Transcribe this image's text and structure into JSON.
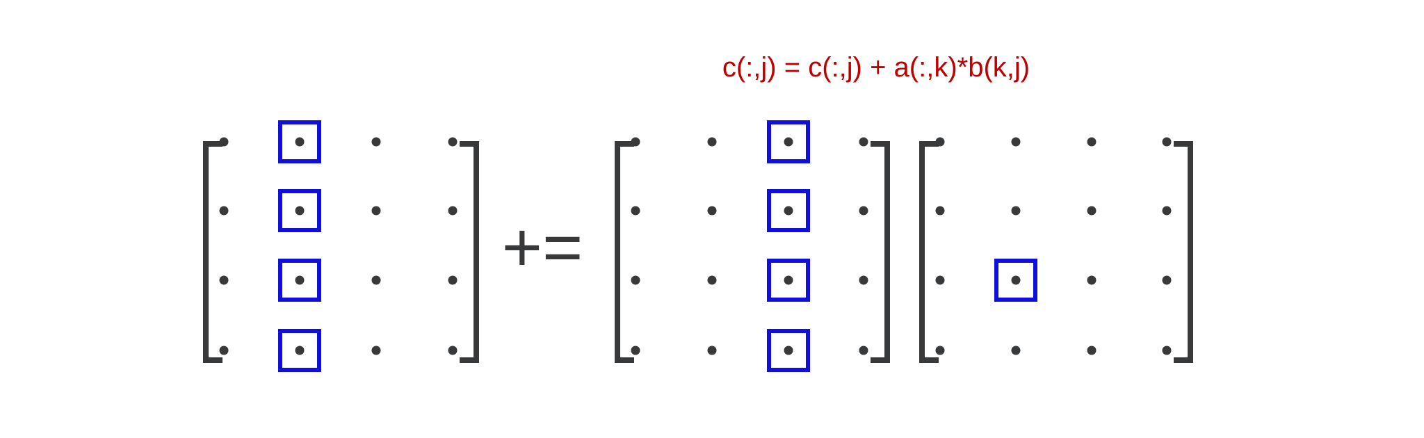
{
  "formula": "c(:,j) = c(:,j) + a(:,k)*b(k,j)",
  "operator": "+=",
  "colors": {
    "ink": "#38393b",
    "highlight": "#1010dd",
    "formula": "#c00000",
    "background": "#ffffff"
  },
  "matrices": [
    {
      "name": "c",
      "rows": 4,
      "cols": 4,
      "highlight": [
        [
          0,
          1
        ],
        [
          1,
          1
        ],
        [
          2,
          1
        ],
        [
          3,
          1
        ]
      ]
    },
    {
      "name": "a",
      "rows": 4,
      "cols": 4,
      "highlight": [
        [
          0,
          2
        ],
        [
          1,
          2
        ],
        [
          2,
          2
        ],
        [
          3,
          2
        ]
      ]
    },
    {
      "name": "b",
      "rows": 4,
      "cols": 4,
      "highlight": [
        [
          2,
          1
        ]
      ]
    }
  ]
}
